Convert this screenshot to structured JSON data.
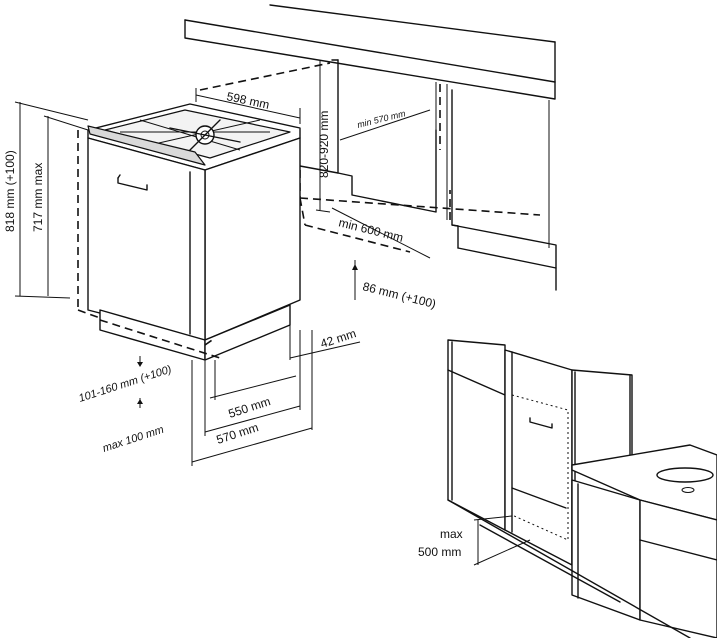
{
  "labels": {
    "width": "598 mm",
    "height_range": "820-920 mm",
    "min_depth": "min 570 mm",
    "min_width": "min 600 mm",
    "plinth_depth": "86 mm (+100)",
    "gap_42": "42 mm",
    "height_818": "818 mm (+100)",
    "height_717": "717 mm max",
    "plinth_height": "101-160 mm (+100)",
    "max_100": "max 100 mm",
    "depth_550": "550 mm",
    "depth_570": "570 mm",
    "max": "max",
    "door_500": "500 mm"
  }
}
